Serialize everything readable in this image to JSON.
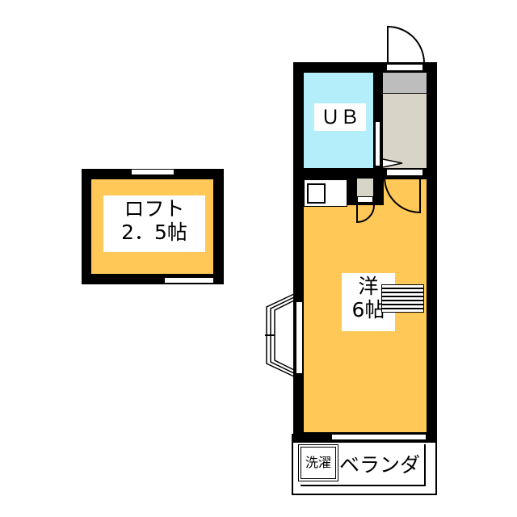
{
  "loft": {
    "line1": "ロフト",
    "line2": "2．5帖"
  },
  "bath": {
    "label": "ＵＢ"
  },
  "main_room": {
    "line1": "洋",
    "line2": "6帖"
  },
  "balcony": {
    "label": "ベランダ",
    "washer": "洗濯"
  },
  "colors": {
    "room": "#FFC857",
    "bath": "#B3EEFA",
    "storage": "#D8D5C8",
    "wall": "#000000"
  }
}
